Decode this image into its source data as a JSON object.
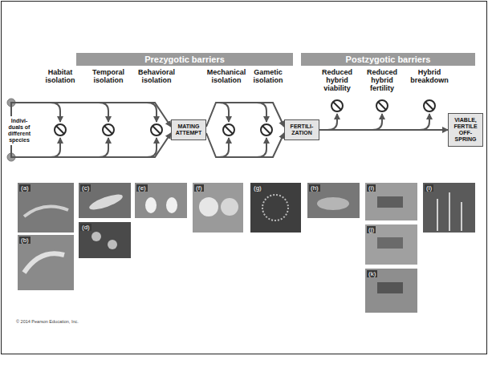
{
  "diagram": {
    "nodes": [
      {
        "text": [
          "Prezygotic barriers"
        ]
      },
      {
        "text": [
          "Postzygotic barriers"
        ]
      },
      {
        "text": [
          "Indivi- duals of different species"
        ]
      },
      {
        "text": [
          "MATING ATTEMPT"
        ]
      },
      {
        "text": [
          "FERTILI- ZATION"
        ]
      },
      {
        "text": [
          "VIABLE, FERTILE OFF- SPRING"
        ]
      }
    ],
    "edges": [
      {
        "from": 2,
        "to": 3,
        "arrow": "to"
      },
      {
        "from": 3,
        "to": 4,
        "arrow": "to"
      },
      {
        "from": 4,
        "to": 5,
        "arrow": "to"
      }
    ],
    "labels": [
      "Habitat isolation",
      "Temporal isolation",
      "Behavioral isolation",
      "Mechanical isolation",
      "Gametic isolation",
      "Reduced hybrid viability",
      "Reduced hybrid fertility",
      "Hybrid breakdown",
      "(a)",
      "(b)",
      "(c)",
      "(d)",
      "(e)",
      "(f)",
      "(g)",
      "(h)",
      "(i)",
      "(j)",
      "(k)",
      "(l)",
      "© 2014 Pearson Education, Inc."
    ]
  }
}
